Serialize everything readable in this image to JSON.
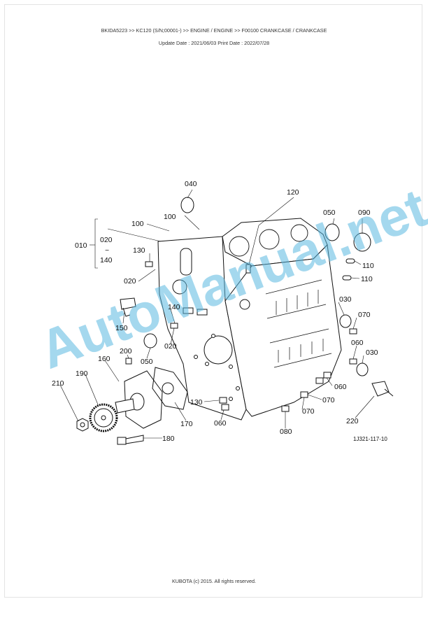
{
  "header": {
    "breadcrumb": "BKIDA5223 >> KC120 (S/N;00001-) >> ENGINE / ENGINE >> F00100   CRANKCASE / CRANKCASE",
    "dates": "Update Date : 2021/06/03   Print Date : 2022/07/28"
  },
  "diagram": {
    "reference": "1J321-117-10",
    "range_label": {
      "top": "020",
      "tilde": "~",
      "bottom": "140"
    },
    "callouts": [
      "010",
      "040",
      "100",
      "100",
      "120",
      "050",
      "090",
      "130",
      "110",
      "020",
      "110",
      "140",
      "030",
      "070",
      "150",
      "020",
      "060",
      "200",
      "030",
      "050",
      "160",
      "190",
      "060",
      "210",
      "130",
      "070",
      "060",
      "070",
      "170",
      "220",
      "080",
      "180"
    ]
  },
  "watermark": "AutoManual.net",
  "footer": {
    "copyright": "KUBOTA (c) 2015. All rights reserved."
  }
}
